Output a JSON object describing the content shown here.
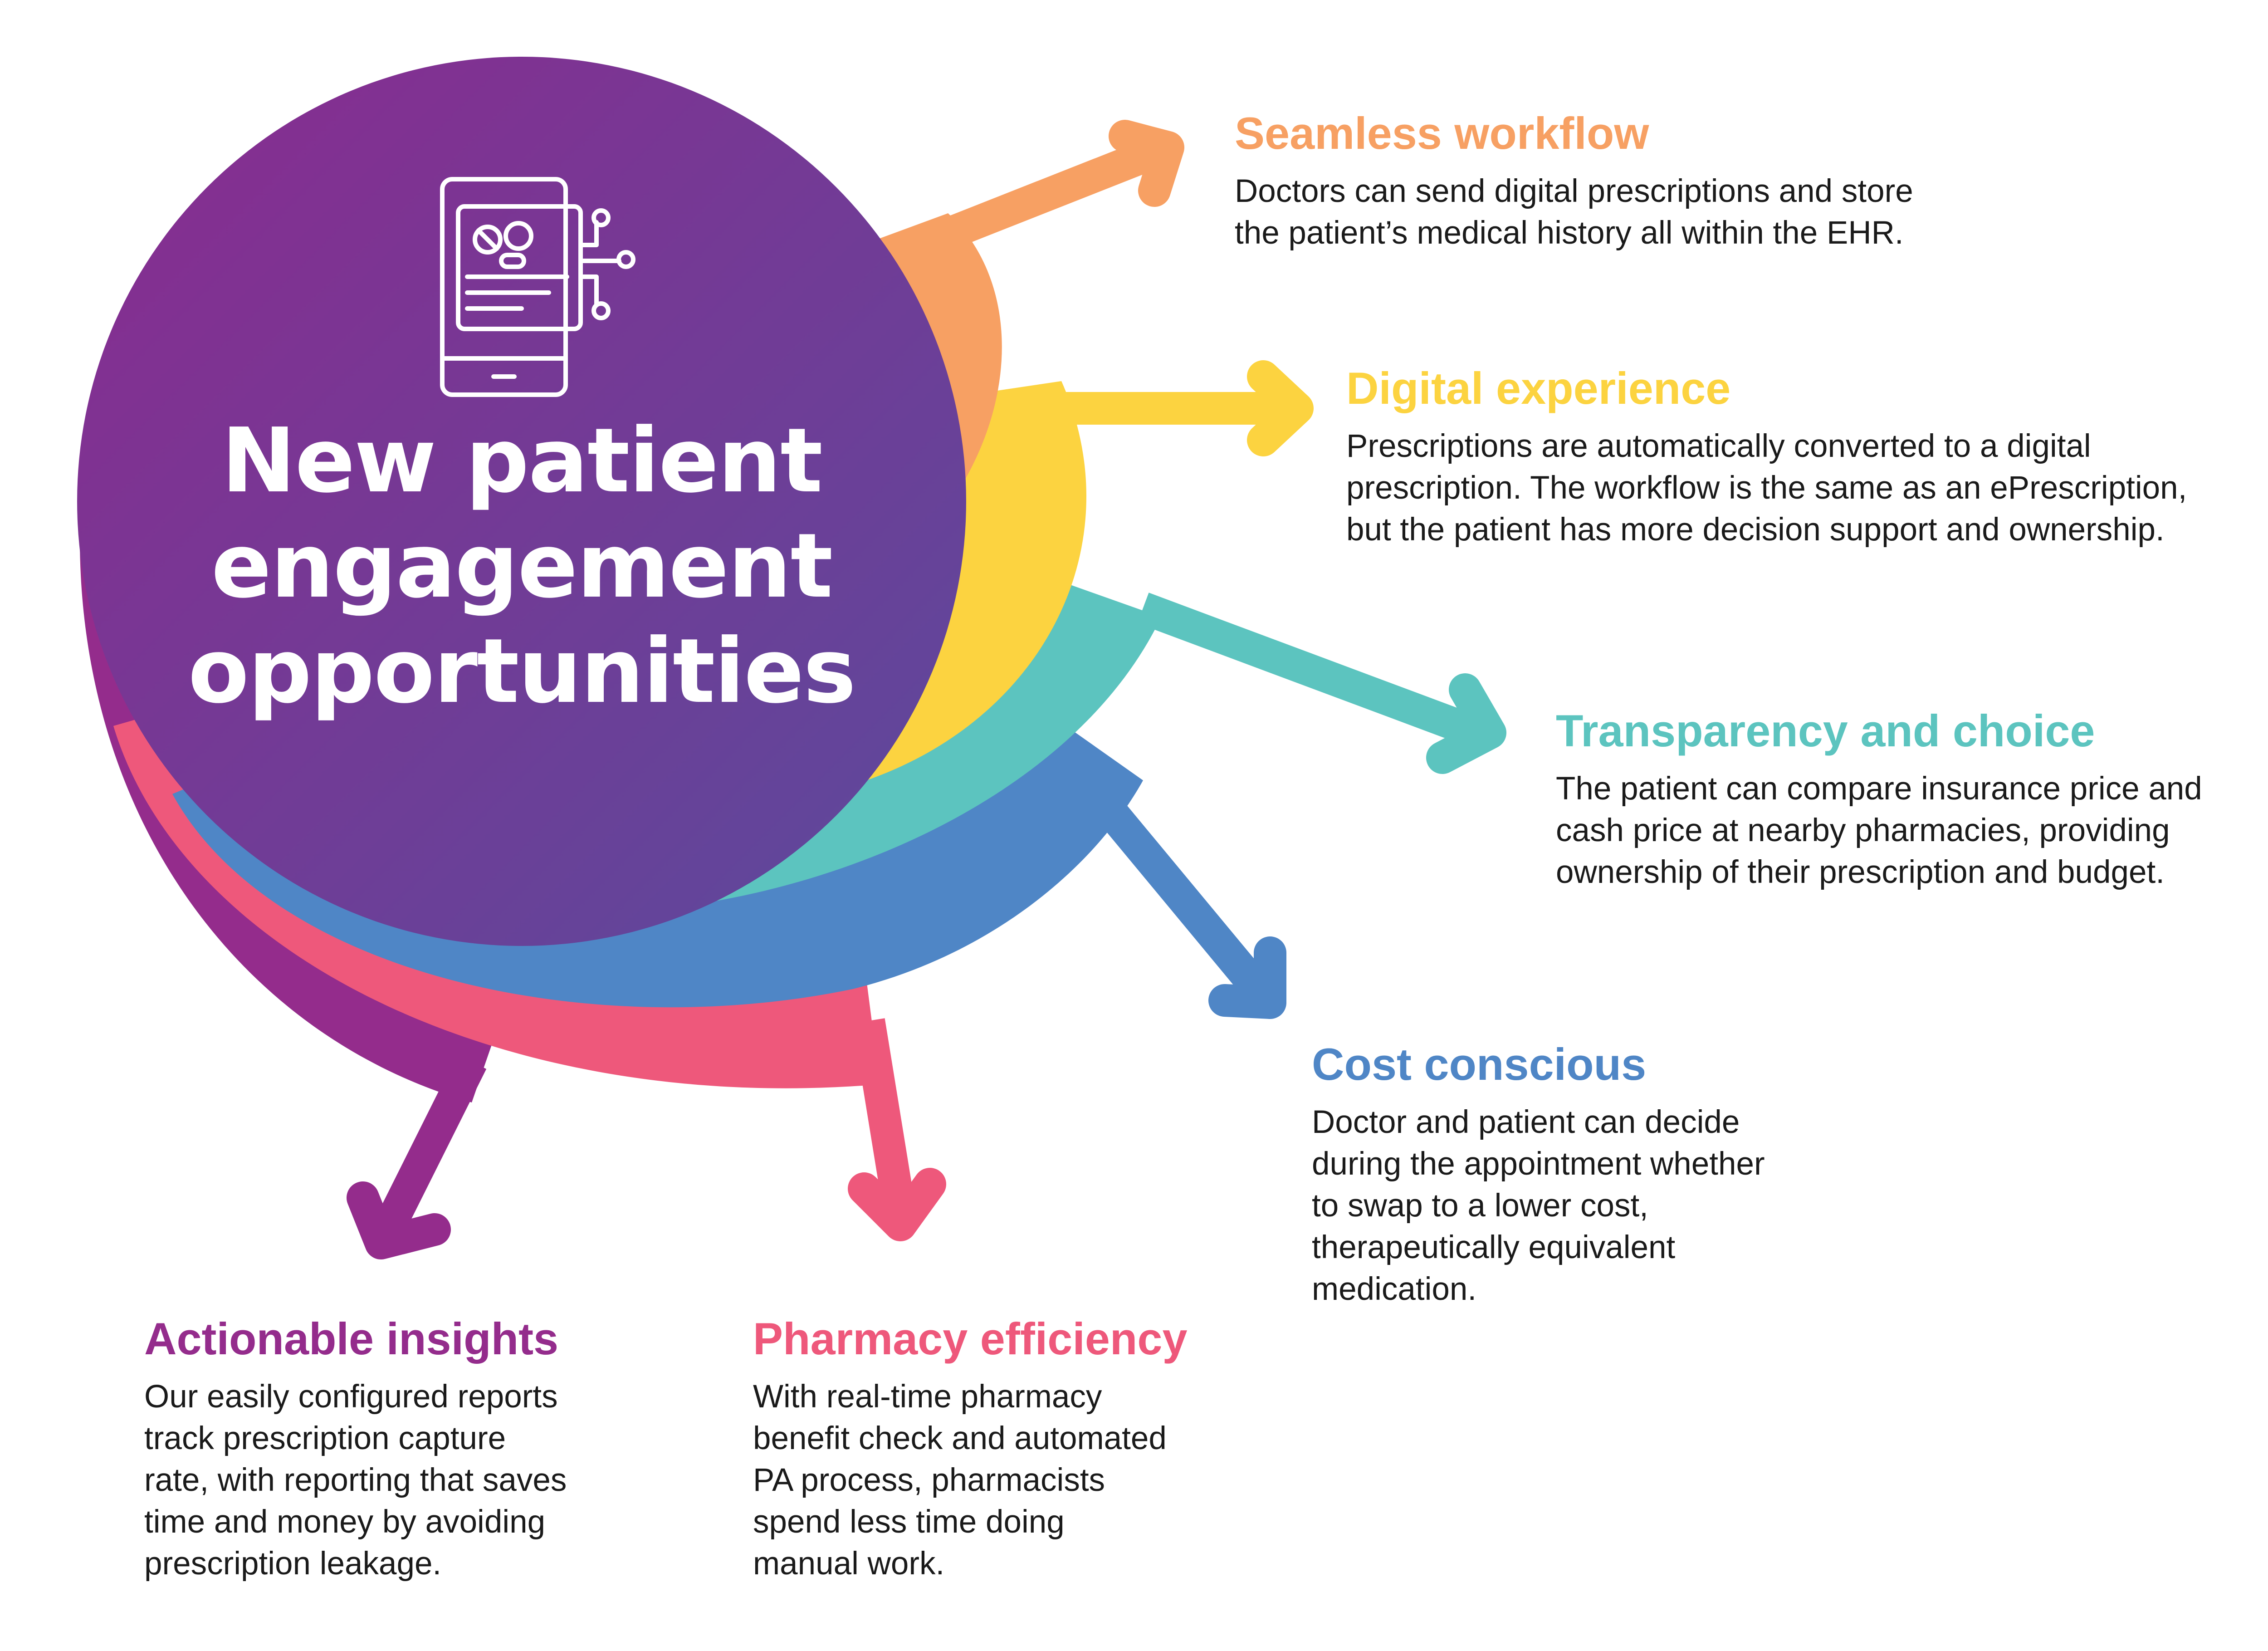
{
  "title": {
    "lines": [
      "New patient",
      "engagement",
      "opportunities"
    ]
  },
  "colors": {
    "center_gradient": [
      "#8a2b8f",
      "#5b4a9c"
    ],
    "seamless": "#f7a063",
    "digital": "#fcd340",
    "transparency": "#5cc4bf",
    "cost": "#4f86c6",
    "pharmacy": "#ee587b",
    "actionable": "#942c8c",
    "body_text": "#1a1a1a"
  },
  "center_icon": "digital-prescription-phone-icon",
  "opportunities": [
    {
      "key": "seamless",
      "heading": "Seamless workflow",
      "color": "#f7a063",
      "body": "Doctors can send digital prescriptions and store\nthe patient’s medical history all within the EHR."
    },
    {
      "key": "digital",
      "heading": "Digital experience",
      "color": "#fcd340",
      "body": "Prescriptions are automatically converted to a digital\nprescription. The workflow is the same as an ePrescription,\nbut the patient has more decision support and ownership."
    },
    {
      "key": "transparency",
      "heading": "Transparency and choice",
      "color": "#5cc4bf",
      "body": "The patient can compare insurance price and\ncash price at nearby pharmacies, providing\nownership of their prescription and budget."
    },
    {
      "key": "cost",
      "heading": "Cost conscious",
      "color": "#4f86c6",
      "body": "Doctor and patient can decide\nduring the appointment whether\nto swap to a lower cost,\ntherapeutically equivalent\nmedication."
    },
    {
      "key": "pharmacy",
      "heading": "Pharmacy efficiency",
      "color": "#ee587b",
      "body": "With real-time pharmacy\nbenefit check and automated\nPA process, pharmacists\nspend less time doing\nmanual work."
    },
    {
      "key": "actionable",
      "heading": "Actionable insights",
      "color": "#942c8c",
      "body": "Our easily configured reports\ntrack prescription capture\nrate, with reporting that saves\ntime and money by avoiding\nprescription leakage."
    }
  ]
}
